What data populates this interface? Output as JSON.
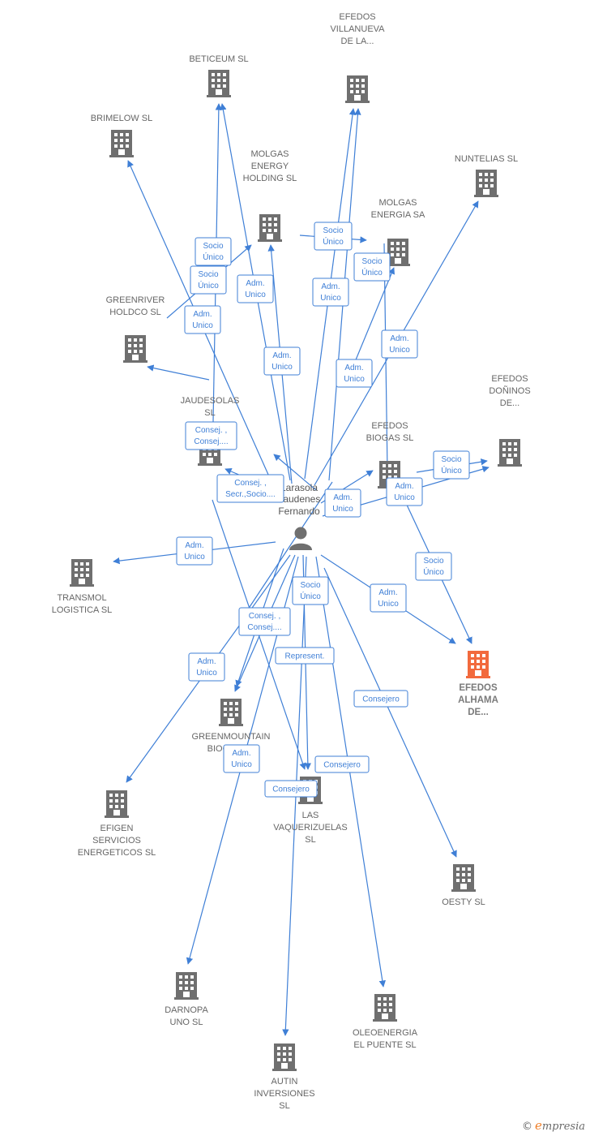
{
  "diagram": {
    "person": {
      "name_lines": [
        "Larasola",
        "Laudenes",
        "Fernando"
      ],
      "icon": "person-icon"
    },
    "companies": [
      {
        "id": "beticeum",
        "lines": [
          "BETICEUM  SL"
        ],
        "icon": "building-icon"
      },
      {
        "id": "efedos_villanueva",
        "lines": [
          "EFEDOS",
          "VILLANUEVA",
          "DE LA..."
        ],
        "icon": "building-icon"
      },
      {
        "id": "brimelow",
        "lines": [
          "BRIMELOW SL"
        ],
        "icon": "building-icon"
      },
      {
        "id": "nuntelias",
        "lines": [
          "NUNTELIAS SL"
        ],
        "icon": "building-icon"
      },
      {
        "id": "molgas_holding",
        "lines": [
          "MOLGAS",
          "ENERGY",
          "HOLDING  SL"
        ],
        "icon": "building-icon"
      },
      {
        "id": "molgas_energia",
        "lines": [
          "MOLGAS",
          "ENERGIA SA"
        ],
        "icon": "building-icon"
      },
      {
        "id": "greenriver",
        "lines": [
          "GREENRIVER",
          "HOLDCO  SL"
        ],
        "icon": "building-icon"
      },
      {
        "id": "jaudesolas",
        "lines": [
          "JAUDESOLAS",
          "SL"
        ],
        "icon": "building-icon"
      },
      {
        "id": "efedos_donhinos",
        "lines": [
          "EFEDOS",
          "DOÑINOS",
          "DE..."
        ],
        "icon": "building-icon"
      },
      {
        "id": "efedos_biogas",
        "lines": [
          "EFEDOS",
          "BIOGAS  SL"
        ],
        "icon": "building-icon"
      },
      {
        "id": "transmol",
        "lines": [
          "TRANSMOL",
          "LOGISTICA SL"
        ],
        "icon": "building-icon"
      },
      {
        "id": "efedos_alhama",
        "lines": [
          "EFEDOS",
          "ALHAMA",
          "DE..."
        ],
        "icon": "building-icon",
        "highlight": true
      },
      {
        "id": "greenmountain",
        "lines": [
          "GREENMOUNTAIN",
          "BIOGAS SL"
        ],
        "icon": "building-icon"
      },
      {
        "id": "efigen",
        "lines": [
          "EFIGEN",
          "SERVICIOS",
          "ENERGETICOS SL"
        ],
        "icon": "building-icon"
      },
      {
        "id": "vaquerizuelas",
        "lines": [
          "LAS",
          "VAQUERIZUELAS",
          "SL"
        ],
        "icon": "building-icon"
      },
      {
        "id": "oesty",
        "lines": [
          "OESTY SL"
        ],
        "icon": "building-icon"
      },
      {
        "id": "darnopa",
        "lines": [
          "DARNOPA",
          "UNO SL"
        ],
        "icon": "building-icon"
      },
      {
        "id": "oleoenergia",
        "lines": [
          "OLEOENERGIA",
          "EL PUENTE  SL"
        ],
        "icon": "building-icon"
      },
      {
        "id": "autin",
        "lines": [
          "AUTIN",
          "INVERSIONES",
          "SL"
        ],
        "icon": "building-icon"
      }
    ],
    "edge_labels": [
      [
        "Socio",
        "Único"
      ],
      [
        "Socio",
        "Único"
      ],
      [
        "Adm.",
        "Unico"
      ],
      [
        "Socio",
        "Único"
      ],
      [
        "Adm.",
        "Unico"
      ],
      [
        "Adm.",
        "Unico"
      ],
      [
        "Socio",
        "Único"
      ],
      [
        "Adm.",
        "Unico"
      ],
      [
        "Adm.",
        "Unico"
      ],
      [
        "Adm.",
        "Unico"
      ],
      [
        "Consej. ,",
        "Consej...."
      ],
      [
        "Consej. ,",
        "Secr.,Socio...."
      ],
      [
        "Socio",
        "Único"
      ],
      [
        "Adm.",
        "Unico"
      ],
      [
        "Adm.",
        "Unico"
      ],
      [
        "Adm.",
        "Unico"
      ],
      [
        "Socio",
        "Único"
      ],
      [
        "Socio",
        "Único"
      ],
      [
        "Adm.",
        "Unico"
      ],
      [
        "Consej. ,",
        "Consej...."
      ],
      [
        "Adm.",
        "Unico"
      ],
      [
        "Represent."
      ],
      [
        "Consejero"
      ],
      [
        "Adm.",
        "Unico"
      ],
      [
        "Consejero"
      ],
      [
        "Consejero"
      ]
    ]
  },
  "brand": {
    "copyright": "©",
    "initial": "e",
    "name": "mpresia"
  },
  "colors": {
    "edge": "#3f7fd6",
    "node": "#6f6f6f",
    "target": "#f26a3d"
  }
}
